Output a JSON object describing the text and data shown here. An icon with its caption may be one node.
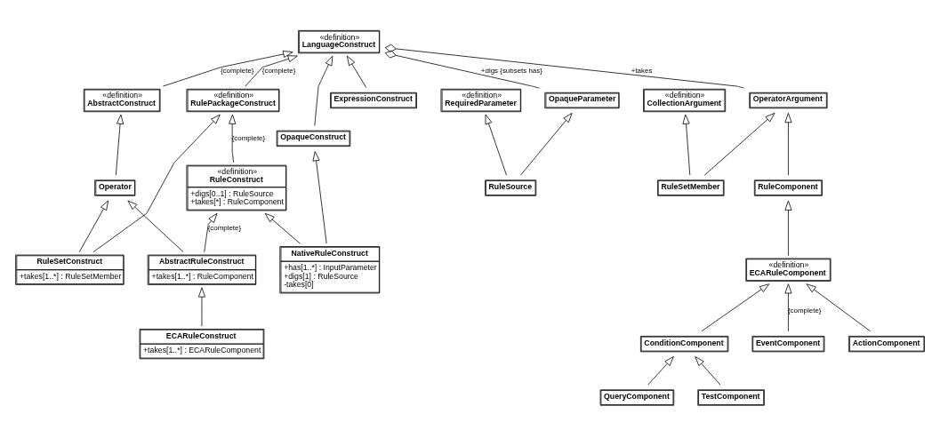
{
  "diagram": {
    "nodes": [
      {
        "text": [
          "«definition»",
          "LanguageConstruct"
        ]
      },
      {
        "text": [
          "«definition»",
          "RulePackageConstruct"
        ]
      },
      {
        "text": [
          "ExpressionConstruct"
        ]
      },
      {
        "text": [
          "OpaqueParameter"
        ]
      },
      {
        "text": [
          "«definition»",
          "RequiredParameter"
        ]
      },
      {
        "text": [
          "«definition»",
          "AbstractConstruct"
        ]
      },
      {
        "text": [
          "«definition»",
          "RuleConstruct",
          "+digs[0..1] : RuleSource",
          "+takes[*] : RuleComponent"
        ]
      },
      {
        "text": [
          "OperatorArgument"
        ]
      },
      {
        "text": [
          "RuleSource"
        ]
      },
      {
        "text": [
          "«definition»",
          "CollectionArgument"
        ]
      },
      {
        "text": [
          "Operator"
        ]
      },
      {
        "text": [
          "RuleSetConstruct",
          "+takes[1..*] : RuleSetMember"
        ]
      },
      {
        "text": [
          "RuleSetMember"
        ]
      },
      {
        "text": [
          "RuleComponent"
        ]
      },
      {
        "text": [
          "«definition»",
          "ECARuleComponent"
        ]
      },
      {
        "text": [
          "AbstractRuleConstruct",
          "+takes[1..*] : RuleComponent"
        ]
      },
      {
        "text": [
          "ECARuleConstruct",
          "+takes[1..*] : ECARuleComponent"
        ]
      },
      {
        "text": [
          "NativeRuleConstruct",
          "+has[1..*] : InputParameter",
          "+digs[1] : RuleSource",
          "-takes[0]"
        ]
      },
      {
        "text": [
          "ConditionComponent"
        ]
      },
      {
        "text": [
          "EventComponent"
        ]
      },
      {
        "text": [
          "ActionComponent"
        ]
      },
      {
        "text": [
          "OpaqueConstruct"
        ]
      },
      {
        "text": [
          "QueryComponent"
        ]
      },
      {
        "text": [
          "TestComponent"
        ]
      }
    ],
    "edges": [
      {
        "from": 0,
        "to": 7,
        "arrow": "other",
        "label": "+takes"
      },
      {
        "from": 0,
        "to": 3,
        "arrow": "other",
        "label": "+digs {subsets has}"
      },
      {
        "from": 1,
        "to": 0,
        "arrow": "to",
        "label": "{complete}"
      },
      {
        "from": 2,
        "to": 0,
        "arrow": "to"
      },
      {
        "from": 5,
        "to": 0,
        "arrow": "to",
        "label": "{complete}"
      },
      {
        "from": 21,
        "to": 0,
        "arrow": "to"
      },
      {
        "from": 6,
        "to": 1,
        "arrow": "to",
        "label": "{complete}"
      },
      {
        "from": 11,
        "to": 1,
        "arrow": "to"
      },
      {
        "from": 10,
        "to": 5,
        "arrow": "to"
      },
      {
        "from": 11,
        "to": 10,
        "arrow": "to"
      },
      {
        "from": 15,
        "to": 10,
        "arrow": "to"
      },
      {
        "from": 15,
        "to": 6,
        "arrow": "to",
        "label": "{complete}"
      },
      {
        "from": 17,
        "to": 6,
        "arrow": "to"
      },
      {
        "from": 16,
        "to": 15,
        "arrow": "to"
      },
      {
        "from": 17,
        "to": 21,
        "arrow": "to"
      },
      {
        "from": 8,
        "to": 3,
        "arrow": "to"
      },
      {
        "from": 8,
        "to": 4,
        "arrow": "to"
      },
      {
        "from": 12,
        "to": 9,
        "arrow": "to"
      },
      {
        "from": 12,
        "to": 7,
        "arrow": "to"
      },
      {
        "from": 13,
        "to": 7,
        "arrow": "to"
      },
      {
        "from": 14,
        "to": 13,
        "arrow": "to"
      },
      {
        "from": 19,
        "to": 14,
        "arrow": "to",
        "label": "{complete}"
      },
      {
        "from": 18,
        "to": 14,
        "arrow": "to"
      },
      {
        "from": 20,
        "to": 14,
        "arrow": "to"
      },
      {
        "from": 22,
        "to": 18,
        "arrow": "to"
      },
      {
        "from": 23,
        "to": 18,
        "arrow": "to"
      }
    ]
  }
}
